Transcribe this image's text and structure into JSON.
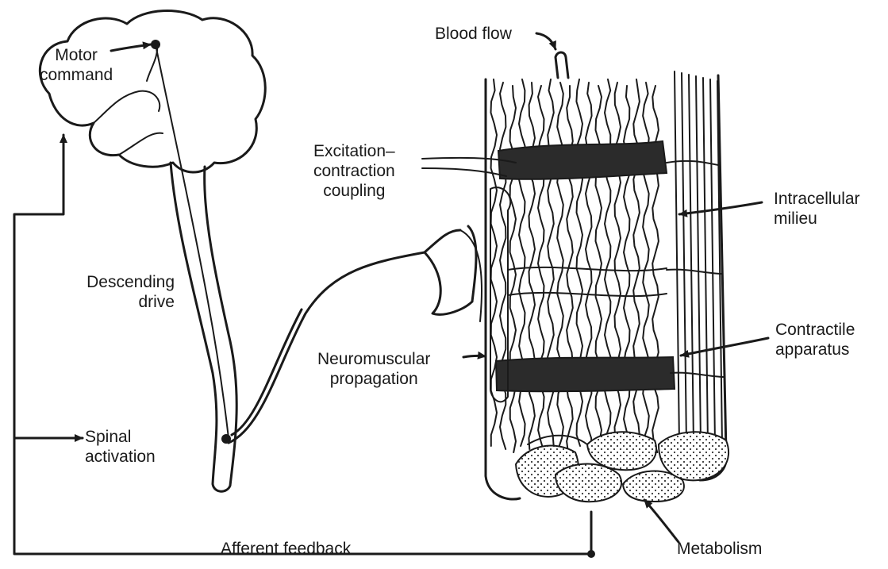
{
  "labels": {
    "motor_command": [
      "Motor",
      "command"
    ],
    "blood_flow": "Blood flow",
    "excitation": [
      "Excitation–",
      "contraction",
      "coupling"
    ],
    "intracellular": [
      "Intracellular",
      "milieu"
    ],
    "descending": [
      "Descending",
      "drive"
    ],
    "contractile": [
      "Contractile",
      "apparatus"
    ],
    "neuromuscular": [
      "Neuromuscular",
      "propagation"
    ],
    "spinal": [
      "Spinal",
      "activation"
    ],
    "afferent": "Afferent feedback",
    "metabolism": "Metabolism"
  }
}
